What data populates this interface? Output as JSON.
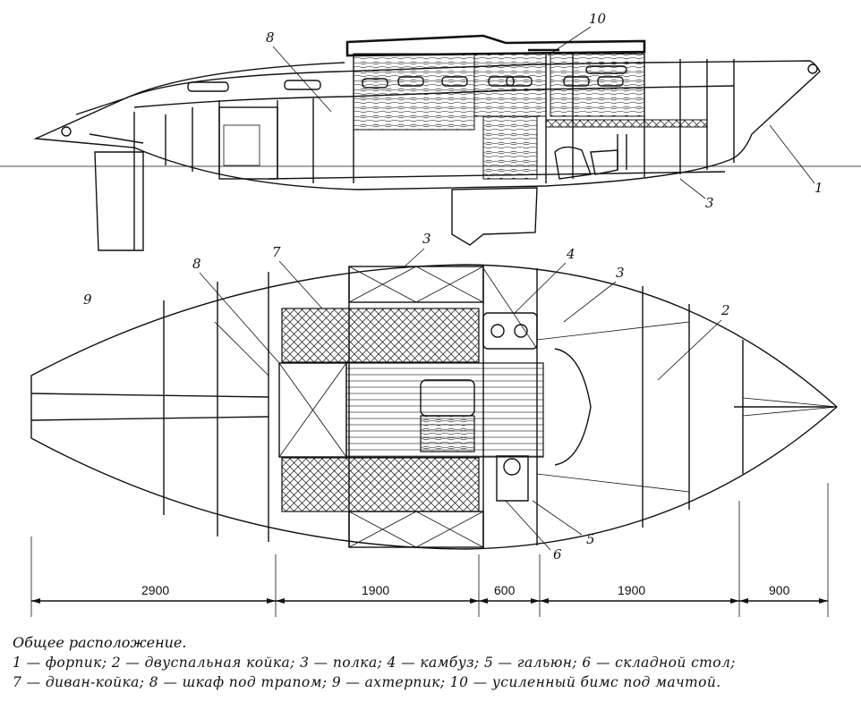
{
  "caption": {
    "title": "Общее расположение.",
    "legend_line1": "1 — форпик; 2 — двуспальная койка; 3 — полка; 4 — камбуз; 5 — гальюн; 6 — складной стол;",
    "legend_line2": "7 — диван-койка; 8 — шкаф под трапом; 9 — ахтерпик; 10 — усиленный бимс под мачтой."
  },
  "callouts": {
    "profile": {
      "n10": "10",
      "n8": "8",
      "n1": "1",
      "n3": "3"
    },
    "plan": {
      "n3a": "3",
      "n7": "7",
      "n8": "8",
      "n4": "4",
      "n3b": "3",
      "n9": "9",
      "n2": "2",
      "n5": "5",
      "n6": "6"
    }
  },
  "dimensions": [
    "2900",
    "1900",
    "600",
    "1900",
    "900"
  ],
  "colors": {
    "ink": "#111111",
    "paper": "#ffffff"
  }
}
